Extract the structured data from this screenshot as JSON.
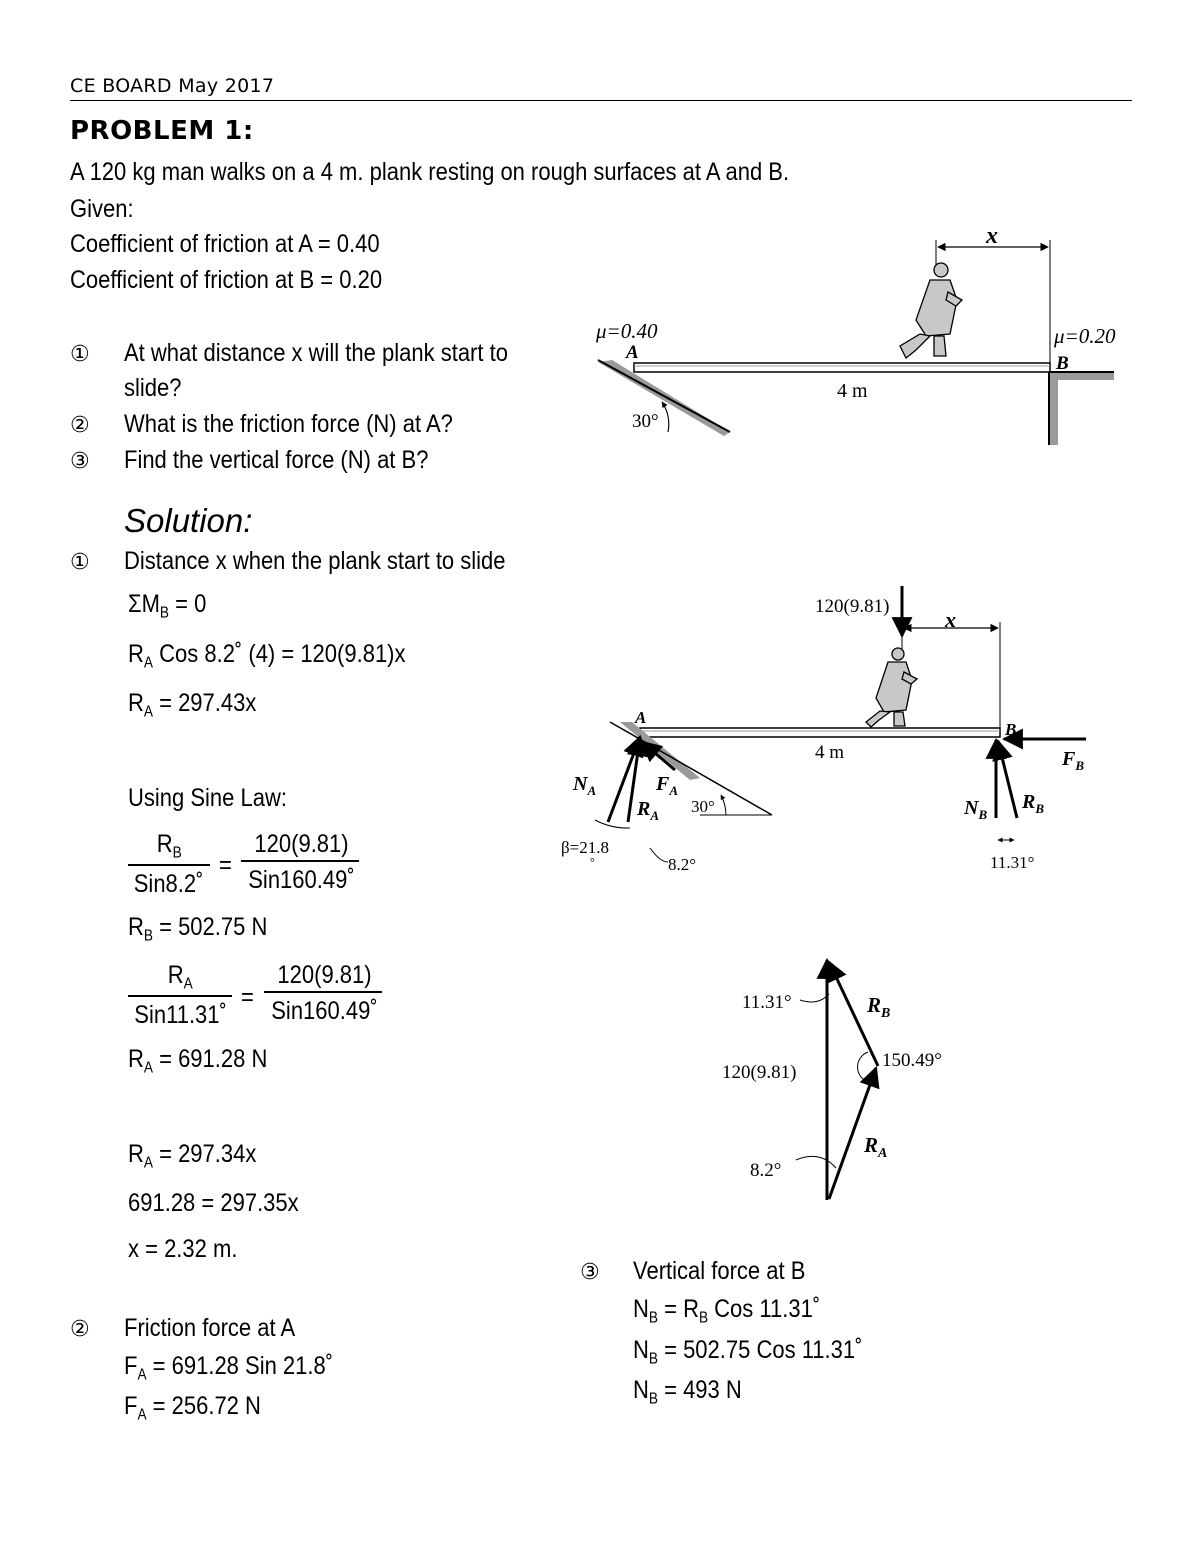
{
  "header": {
    "source": "CE BOARD May 2017"
  },
  "problem": {
    "title": "PROBLEM 1:",
    "statement": "A 120 kg man walks on a 4 m. plank resting on rough surfaces at A and B.",
    "given_label": "Given:",
    "given": [
      "Coefficient of friction at A = 0.40",
      "Coefficient of friction at B = 0.20"
    ],
    "questions": [
      {
        "num": "①",
        "line1": "At what distance x will the plank start to",
        "line2": "slide?"
      },
      {
        "num": "②",
        "line1": "What is the friction force (N) at A?"
      },
      {
        "num": "③",
        "line1": "Find the vertical force (N) at B?"
      }
    ]
  },
  "figure1": {
    "mu_a": "μ=0.40",
    "label_a": "A",
    "mu_b": "μ=0.20",
    "label_b": "B",
    "span": "4 m",
    "dim": "x",
    "angle": "30°"
  },
  "solution": {
    "heading": "Solution:",
    "part1": {
      "num": "①",
      "title": "Distance x when the plank start to slide",
      "eq_moment": {
        "sym": "ΣM",
        "sub": "B",
        "rest": " = 0"
      },
      "eq_ra1": {
        "sym": "R",
        "sub": "A",
        "rest": " Cos 8.2˚ (4) = 120(9.81)x"
      },
      "eq_ra2": {
        "sym": "R",
        "sub": "A",
        "rest": " = 297.43x"
      },
      "sine_law": "Using Sine Law:",
      "frac1": {
        "num_sym": "R",
        "num_sub": "B",
        "den": "Sin8.2˚",
        "eq": "=",
        "rnum": "120(9.81)",
        "rden": "Sin160.49˚"
      },
      "rb_result": {
        "sym": "R",
        "sub": "B",
        "rest": " = 502.75 N"
      },
      "frac2": {
        "num_sym": "R",
        "num_sub": "A",
        "den": "Sin11.31˚",
        "eq": "=",
        "rnum": "120(9.81)",
        "rden": "Sin160.49˚"
      },
      "ra_result": {
        "sym": "R",
        "sub": "A",
        "rest": " = 691.28 N"
      },
      "eq_ra3": {
        "sym": "R",
        "sub": "A",
        "rest": " = 297.34x"
      },
      "eq_sub": "691.28 = 297.35x",
      "eq_x": "x = 2.32 m."
    },
    "part2": {
      "num": "②",
      "title": "Friction force at A",
      "line1": {
        "sym": "F",
        "sub": "A",
        "rest": " = 691.28 Sin 21.8˚"
      },
      "line2": {
        "sym": "F",
        "sub": "A",
        "rest": " = 256.72 N"
      }
    },
    "part3": {
      "num": "③",
      "title": "Vertical force at B",
      "line1": {
        "sym": "N",
        "sub": "B",
        "mid": " = R",
        "sub2": "B",
        "rest": " Cos 11.31˚"
      },
      "line2": {
        "sym": "N",
        "sub": "B",
        "rest": " = 502.75 Cos 11.31˚"
      },
      "line3": {
        "sym": "N",
        "sub": "B",
        "rest": " = 493 N"
      }
    }
  },
  "figure2": {
    "weight": "120(9.81)",
    "dim": "x",
    "label_a": "A",
    "label_b": "B",
    "span": "4 m",
    "na": "N",
    "na_sub": "A",
    "fa": "F",
    "fa_sub": "A",
    "ra": "R",
    "ra_sub": "A",
    "angle30": "30°",
    "beta": "β=21.8",
    "beta_deg": "°",
    "angle_82": "8.2°",
    "nb": "N",
    "nb_sub": "B",
    "rb": "R",
    "rb_sub": "B",
    "fb": "F",
    "fb_sub": "B",
    "angle_1131": "11.31°"
  },
  "figure3": {
    "angle_top": "11.31°",
    "rb": "R",
    "rb_sub": "B",
    "angle_mid": "150.49°",
    "weight": "120(9.81)",
    "ra": "R",
    "ra_sub": "A",
    "angle_bot": "8.2°"
  }
}
